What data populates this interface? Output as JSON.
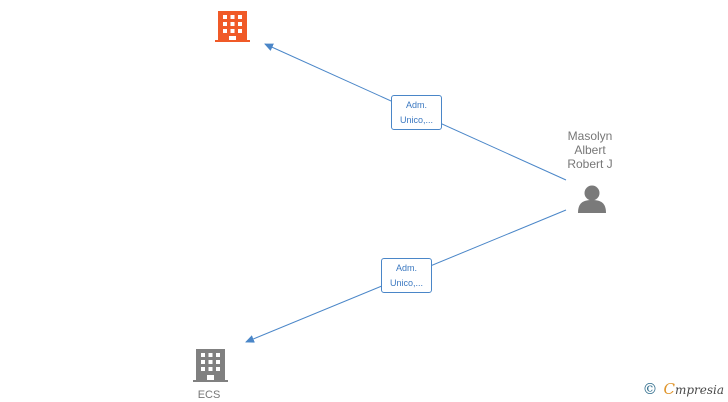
{
  "colors": {
    "edge": "#4a86c8",
    "company_highlight": "#f05a28",
    "company_default": "#808080",
    "person": "#7a7a7a"
  },
  "nodes": {
    "company_top": {
      "icon": "building-icon",
      "label": ""
    },
    "person": {
      "icon": "person-icon",
      "label_lines": [
        "Masolyn",
        "Albert",
        "Robert J"
      ]
    },
    "company_bottom": {
      "icon": "building-icon",
      "label": "ECS"
    }
  },
  "edges": [
    {
      "from": "person",
      "to": "company_top",
      "label_lines": [
        "Adm.",
        "Unico,..."
      ]
    },
    {
      "from": "person",
      "to": "company_bottom",
      "label_lines": [
        "Adm.",
        "Unico,..."
      ]
    }
  ],
  "watermark": {
    "symbol": "©",
    "initial": "C",
    "rest": "mpresia"
  }
}
